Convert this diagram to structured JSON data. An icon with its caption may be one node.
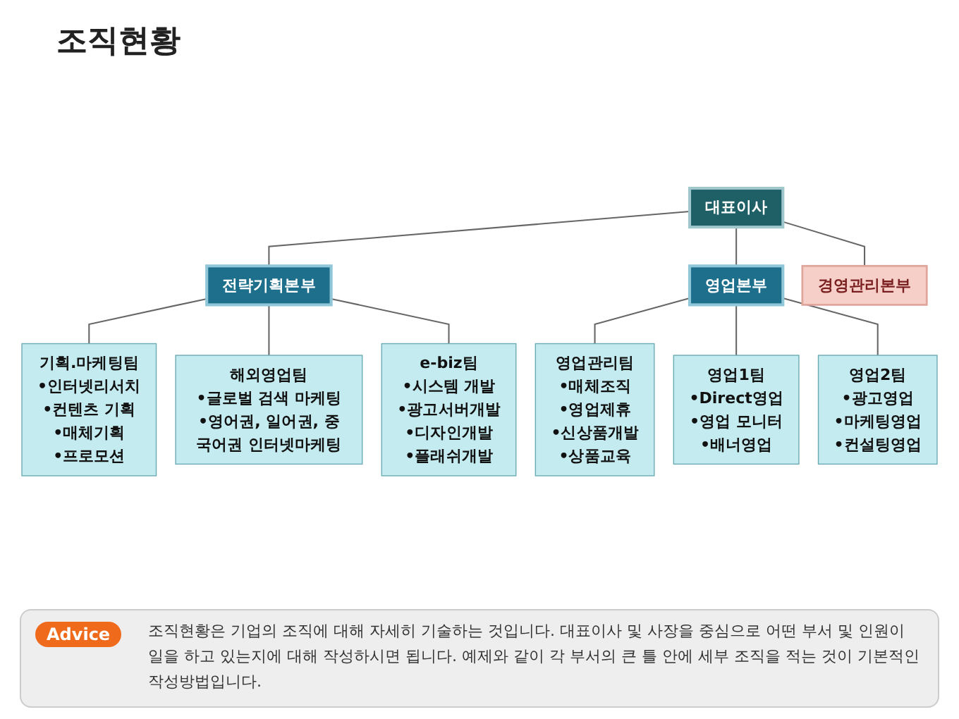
{
  "diagram": {
    "title": "조직현황",
    "nodes": [
      {
        "text": [
          "대표이사"
        ]
      },
      {
        "text": [
          "경영관리본부"
        ]
      },
      {
        "text": [
          "전략기획본부"
        ]
      },
      {
        "text": [
          "영업본부"
        ]
      },
      {
        "text": [
          "기획.마케팅팀",
          "•인터넷리서치",
          "•컨텐츠 기획",
          "•매체기획",
          "•프로모션"
        ]
      },
      {
        "text": [
          "해외영업팀",
          "•글로벌 검색 마케팅",
          "•영어권, 일어권, 중국어권 인터넷마케팅"
        ]
      },
      {
        "text": [
          "e-biz팀",
          "•시스템 개발",
          "•광고서버개발",
          "•디자인개발",
          "•플래쉬개발"
        ]
      },
      {
        "text": [
          "영업관리팀",
          "•매체조직",
          "•영업제휴",
          "•신상품개발",
          "•상품교육"
        ]
      },
      {
        "text": [
          "영업1팀",
          "•Direct영업",
          "•영업 모니터",
          "•배너영업"
        ]
      },
      {
        "text": [
          "영업2팀",
          "•광고영업",
          "•마케팅영업",
          "•컨설팅영업"
        ]
      }
    ],
    "edges": [
      {
        "from": 0,
        "to": 1,
        "arrow": "none"
      },
      {
        "from": 0,
        "to": 2,
        "arrow": "none"
      },
      {
        "from": 0,
        "to": 3,
        "arrow": "none"
      },
      {
        "from": 2,
        "to": 4,
        "arrow": "none"
      },
      {
        "from": 2,
        "to": 5,
        "arrow": "none"
      },
      {
        "from": 2,
        "to": 6,
        "arrow": "none"
      },
      {
        "from": 3,
        "to": 7,
        "arrow": "none"
      },
      {
        "from": 3,
        "to": 8,
        "arrow": "none"
      },
      {
        "from": 3,
        "to": 9,
        "arrow": "none"
      }
    ],
    "labels": [
      "Advice",
      "조직현황은 기업의 조직에 대해 자세히 기술하는 것입니다. 대표이사 및 사장을 중심으로 어떤 부서 및 인원이 일을 하고 있는지에 대해 작성하시면 됩니다. 예제와 같이 각 부서의 큰 틀 안에 세부 조직을 적는 것이 기본적인 작성방법입니다."
    ]
  }
}
